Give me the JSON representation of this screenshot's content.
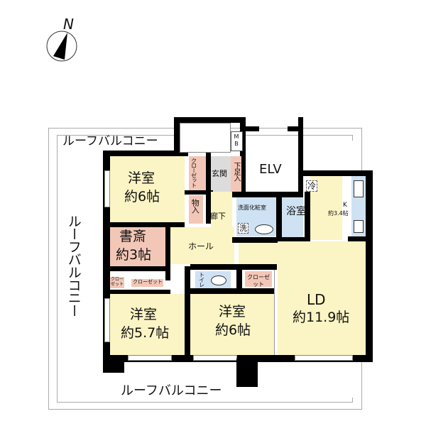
{
  "compass": {
    "label": "N",
    "icon": "north-arrow-icon"
  },
  "balconies": {
    "top": "ルーフバルコニー",
    "left": "ルーフバルコニー",
    "bottom": "ルーフバルコニー"
  },
  "rooms": {
    "western_room_1": {
      "name": "洋室",
      "size": "約6帖"
    },
    "study": {
      "name": "書斎",
      "size": "約3帖"
    },
    "western_room_2": {
      "name": "洋室",
      "size": "約5.7帖"
    },
    "western_room_3": {
      "name": "洋室",
      "size": "約6帖"
    },
    "ld": {
      "name": "LD",
      "size": "約11.9帖"
    },
    "kitchen": {
      "name": "K",
      "size": "約3.4帖"
    },
    "hall": {
      "name": "ホール"
    },
    "corridor": {
      "name": "廊下"
    },
    "entrance": {
      "name": "玄関"
    },
    "shoe_storage": {
      "name": "下足入"
    },
    "closet_1": {
      "name": "クローゼット"
    },
    "storage": {
      "name": "物入"
    },
    "washroom": {
      "name": "洗面化粧室"
    },
    "washer": {
      "name": "洗"
    },
    "bathroom": {
      "name": "浴室"
    },
    "toilet": {
      "name": "トイレ"
    },
    "closet_study": {
      "name": "クローゼット"
    },
    "closet_room2": {
      "name": "クローゼット"
    },
    "closet_room3": {
      "name": "クローゼット"
    },
    "fridge": {
      "name": "冷"
    },
    "meter_box": {
      "name": "MB"
    },
    "elevator": {
      "name": "ELV"
    }
  },
  "colors": {
    "room_yellow": "#fbf4c4",
    "wet_blue": "#cfe2f3",
    "study_pink": "#f3c7b7",
    "entrance_gray": "#dcdcdc",
    "wall": "#000000"
  }
}
